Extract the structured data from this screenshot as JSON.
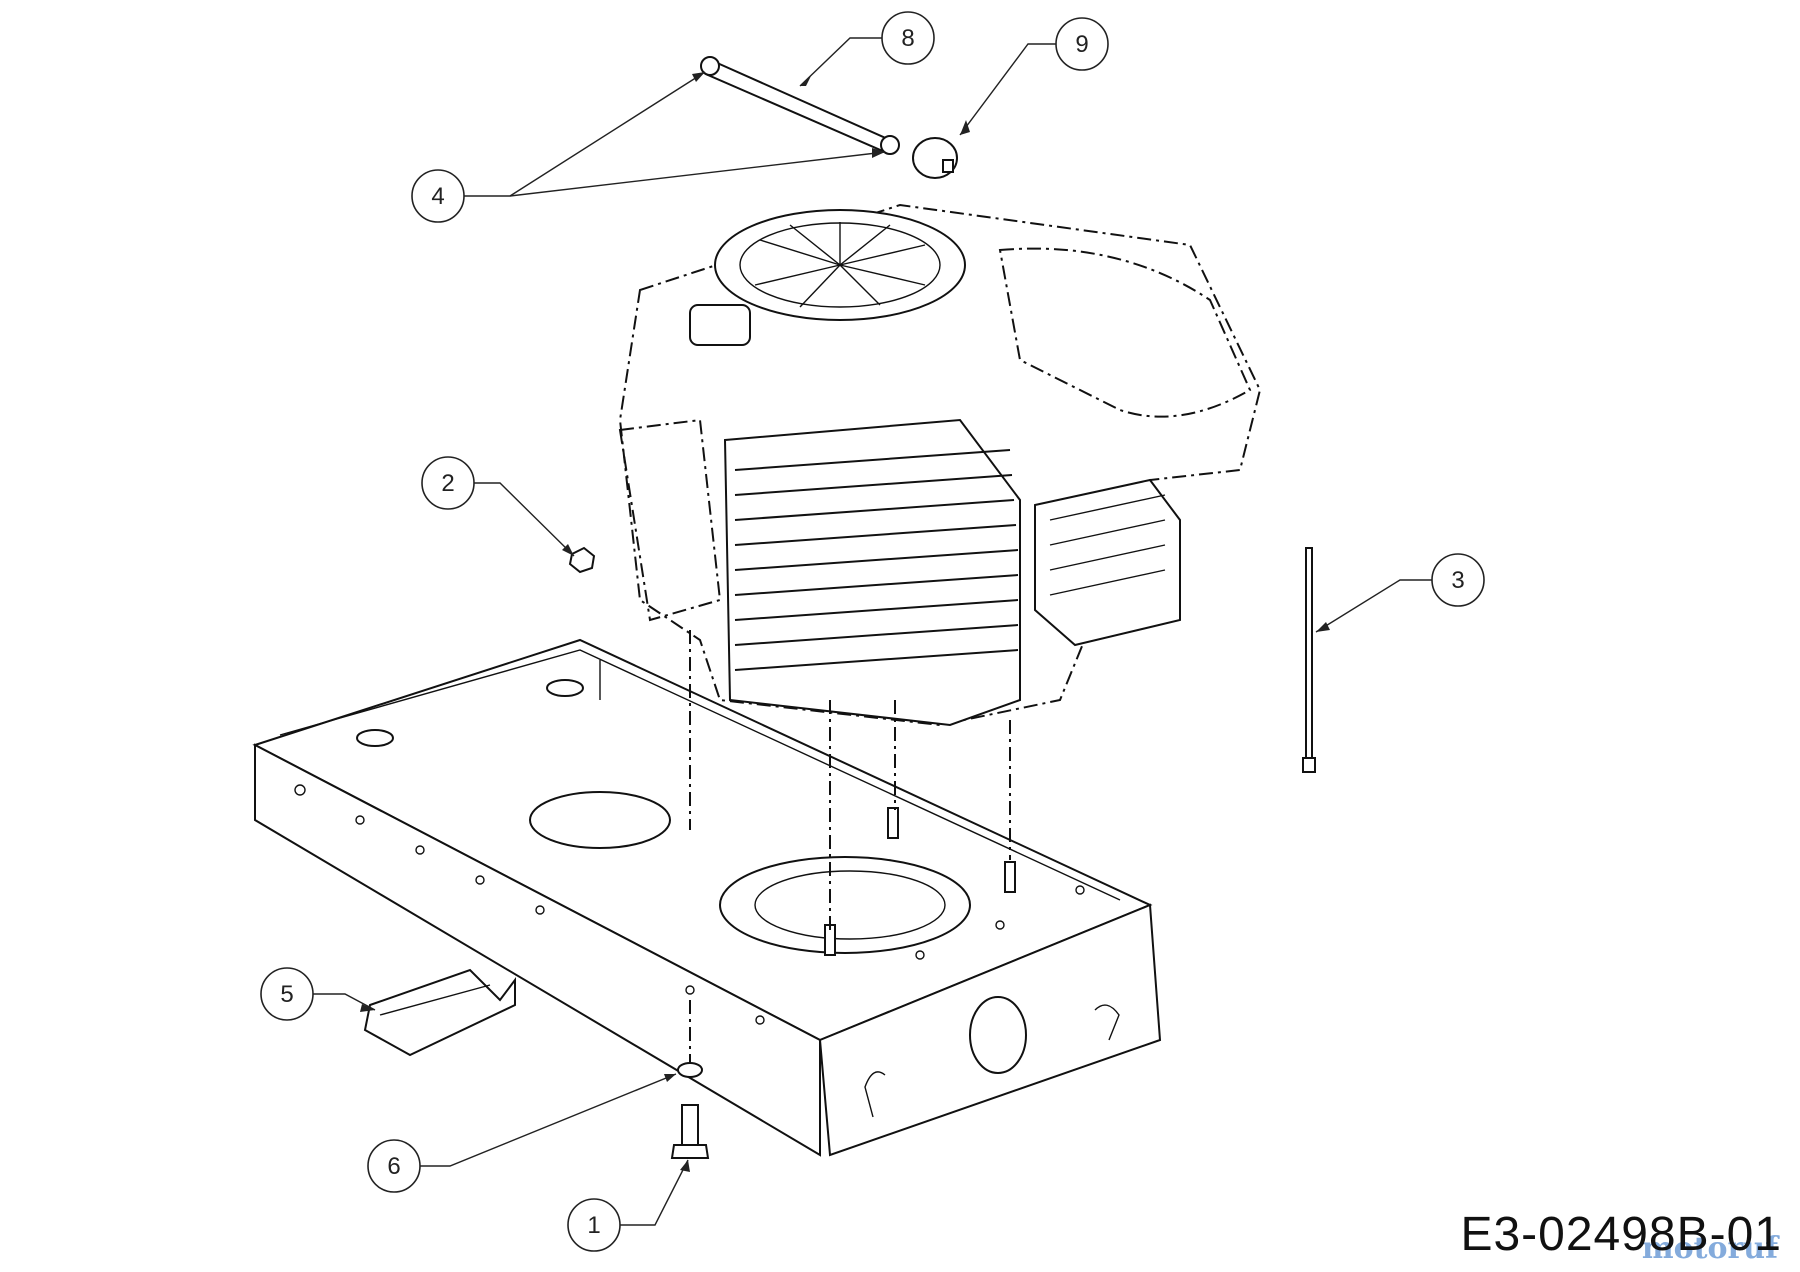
{
  "callouts": [
    {
      "label": "8"
    },
    {
      "label": "9"
    },
    {
      "label": "4"
    },
    {
      "label": "2"
    },
    {
      "label": "3"
    },
    {
      "label": "5"
    },
    {
      "label": "6"
    },
    {
      "label": "1"
    }
  ],
  "drawing_code": "E3-02498B-01",
  "watermark_text": "motoruf"
}
